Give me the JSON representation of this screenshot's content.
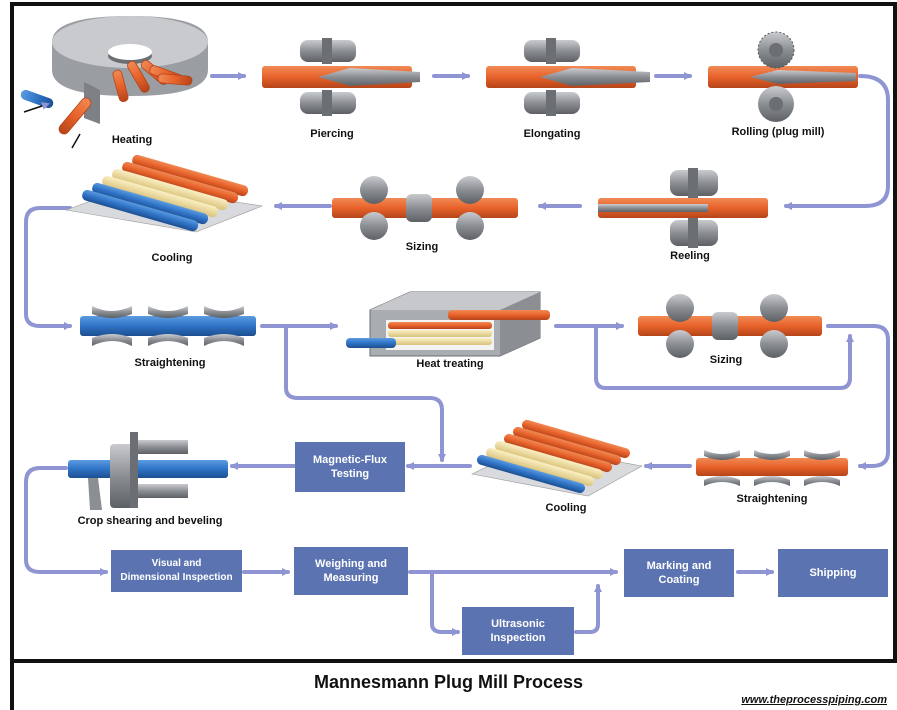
{
  "diagram": {
    "title": "Mannesmann Plug Mill Process",
    "website": "www.theprocesspiping.com",
    "stages": {
      "heating": "Heating",
      "piercing": "Piercing",
      "elongating": "Elongating",
      "rolling": "Rolling (plug mill)",
      "reeling": "Reeling",
      "sizing_1": "Sizing",
      "cooling_1": "Cooling",
      "straightening_1": "Straightening",
      "heat_treating": "Heat treating",
      "sizing_2": "Sizing",
      "straightening_2": "Straightening",
      "cooling_2": "Cooling",
      "crop_shearing": "Crop shearing and beveling"
    },
    "boxes": {
      "magnetic_flux": [
        "Magnetic-Flux",
        "Testing"
      ],
      "visual_inspection": [
        "Visual and",
        "Dimensional Inspection"
      ],
      "weighing": [
        "Weighing and",
        "Measuring"
      ],
      "ultrasonic": [
        "Ultrasonic",
        "Inspection"
      ],
      "marking": [
        "Marking and",
        "Coating"
      ],
      "shipping": "Shipping"
    },
    "colors": {
      "flow_arrow": "#8f95d2",
      "box_fill": "#5b74b1",
      "hot_tube": "#e8622a",
      "cold_tube": "#2f73c6",
      "cream_tube": "#f1dc9a",
      "steel": "#8b8e93"
    }
  }
}
